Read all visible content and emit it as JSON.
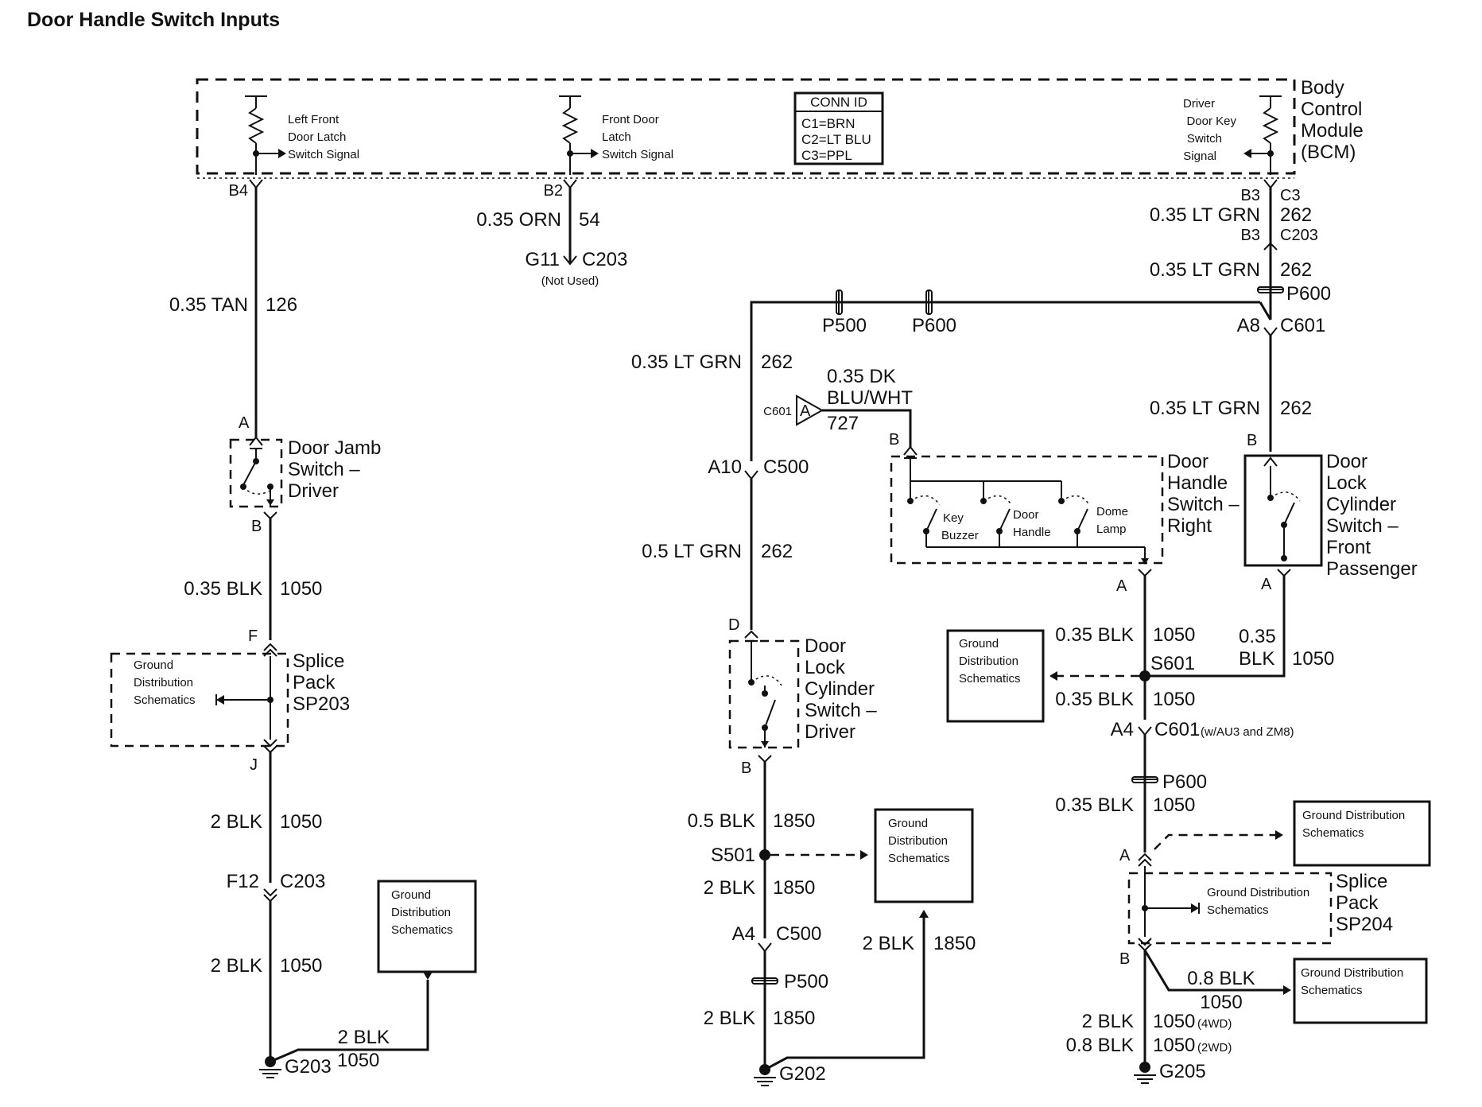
{
  "title": "Door Handle Switch Inputs",
  "bcm": {
    "label_lines": [
      "Body",
      "Control",
      "Module",
      "(BCM)"
    ],
    "left_signal_lines": [
      "Left Front",
      "Door Latch",
      "Switch Signal"
    ],
    "front_signal_lines": [
      "Front Door",
      "Latch",
      "Switch Signal"
    ],
    "driver_key_lines": [
      "Driver",
      "Door Key",
      "Switch",
      "Signal"
    ],
    "conn_id": {
      "header": "CONN ID",
      "lines": [
        "C1=BRN",
        "C2=LT BLU",
        "C3=PPL"
      ]
    }
  },
  "pins": {
    "b4": "B4",
    "b2": "B2",
    "b3_top": "B3",
    "c3": "C3",
    "b3_low": "B3",
    "c203_r": "C203",
    "g11": "G11",
    "c203_g11": "C203",
    "not_used": "(Not Used)",
    "a_jamb": "A",
    "b_jamb": "B",
    "f_splice": "F",
    "j_splice": "J",
    "f12": "F12",
    "c203_left": "C203",
    "a10": "A10",
    "c500_top": "C500",
    "d_lock": "D",
    "b_lock": "B",
    "a4_c500": "A4",
    "c500_low": "C500",
    "c601_a_conn": "C601",
    "c601_a_pin": "A",
    "b_handle": "B",
    "a_handle": "A",
    "a8": "A8",
    "c601_right": "C601",
    "b_cyl": "B",
    "a_cyl": "A",
    "a4_c601": "A4",
    "c601_low": "C601",
    "c601_note": "(w/AU3 and ZM8)",
    "a_sp204": "A",
    "b_sp204": "B"
  },
  "wires": {
    "orn": "0.35 ORN",
    "orn_num": "54",
    "tan": "0.35 TAN",
    "tan_num": "126",
    "ltgrn_a": "0.35 LT GRN",
    "ltgrn_a_num": "262",
    "ltgrn_b": "0.35 LT GRN",
    "ltgrn_b_num": "262",
    "ltgrn_c": "0.35 LT GRN",
    "ltgrn_c_num": "262",
    "ltgrn_mid": "0.35 LT GRN",
    "ltgrn_mid_num": "262",
    "ltgrn05": "0.5 LT GRN",
    "ltgrn05_num": "262",
    "dkblu_lines": [
      "0.35 DK",
      "BLU/WHT"
    ],
    "dkblu_num": "727",
    "blk_jamb": "0.35 BLK",
    "blk_jamb_num": "1050",
    "blk2_a": "2 BLK",
    "blk2_a_num": "1050",
    "blk2_b": "2 BLK",
    "blk2_b_num": "1050",
    "blk2_g203": "2 BLK",
    "blk2_g203_num": "1050",
    "blk05_1850": "0.5 BLK",
    "blk05_1850_num": "1850",
    "blk2_1850_a": "2 BLK",
    "blk2_1850_a_num": "1850",
    "blk2_1850_b": "2 BLK",
    "blk2_1850_b_num": "1850",
    "blk2_1850_c": "2 BLK",
    "blk2_1850_c_num": "1850",
    "blk_s601_top": "0.35 BLK",
    "blk_s601_top_num": "1050",
    "blk_cyl_lines": [
      "0.35",
      "BLK"
    ],
    "blk_cyl_num": "1050",
    "blk_s601_low": "0.35 BLK",
    "blk_s601_low_num": "1050",
    "blk_p600": "0.35 BLK",
    "blk_p600_num": "1050",
    "blk08": "0.8 BLK",
    "blk08_num": "1050",
    "blk2_4wd": "2 BLK",
    "blk2_4wd_num": "1050",
    "blk2_4wd_note": "(4WD)",
    "blk08_2wd": "0.8 BLK",
    "blk08_2wd_num": "1050",
    "blk08_2wd_note": "(2WD)"
  },
  "inline": {
    "p500_top": "P500",
    "p600_top": "P600",
    "p600_right": "P600",
    "p500_low": "P500",
    "p600_low": "P600"
  },
  "splices": {
    "s601": "S601",
    "s501": "S501"
  },
  "grounds": {
    "g203": "G203",
    "g202": "G202",
    "g205": "G205"
  },
  "components": {
    "door_jamb_lines": [
      "Door Jamb",
      "Switch –",
      "Driver"
    ],
    "splice_pack_203_lines": [
      "Splice",
      "Pack",
      "SP203"
    ],
    "gds_sp203_lines": [
      "Ground",
      "Distribution",
      "Schematics"
    ],
    "lock_driver_lines": [
      "Door",
      "Lock",
      "Cylinder",
      "Switch –",
      "Driver"
    ],
    "handle_right_lines": [
      "Door",
      "Handle",
      "Switch –",
      "Right"
    ],
    "handle_contacts": {
      "key_lines": [
        "Key",
        "Buzzer"
      ],
      "door_lines": [
        "Door",
        "Handle"
      ],
      "dome_lines": [
        "Dome",
        "Lamp"
      ]
    },
    "lock_passenger_lines": [
      "Door",
      "Lock",
      "Cylinder",
      "Switch –",
      "Front",
      "Passenger"
    ],
    "splice_pack_204_lines": [
      "Splice",
      "Pack",
      "SP204"
    ],
    "gds_sp204_inner_lines": [
      "Ground Distribution",
      "Schematics"
    ]
  },
  "ground_boxes": {
    "g203_box_lines": [
      "Ground",
      "Distribution",
      "Schematics"
    ],
    "s501_box_lines": [
      "Ground",
      "Distribution",
      "Schematics"
    ],
    "s601_box_lines": [
      "Ground",
      "Distribution",
      "Schematics"
    ],
    "sp204_a_box_lines": [
      "Ground Distribution",
      "Schematics"
    ],
    "sp204_b_box_lines": [
      "Ground Distribution",
      "Schematics"
    ]
  }
}
